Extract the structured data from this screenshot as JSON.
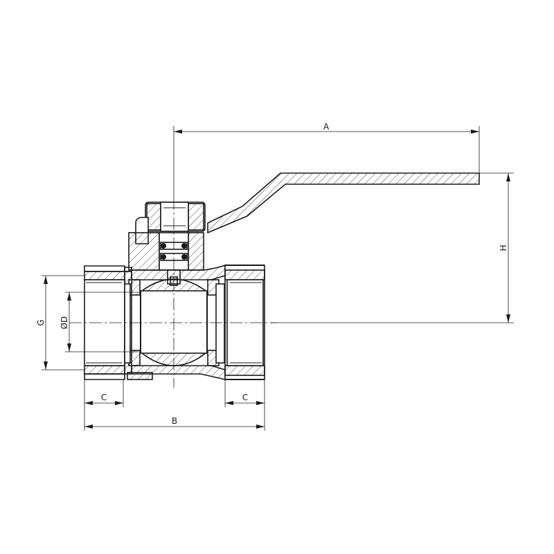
{
  "dimensions": {
    "a": "A",
    "b": "B",
    "c_left": "C",
    "c_right": "C",
    "h": "H",
    "g": "G",
    "d": "ØD"
  }
}
